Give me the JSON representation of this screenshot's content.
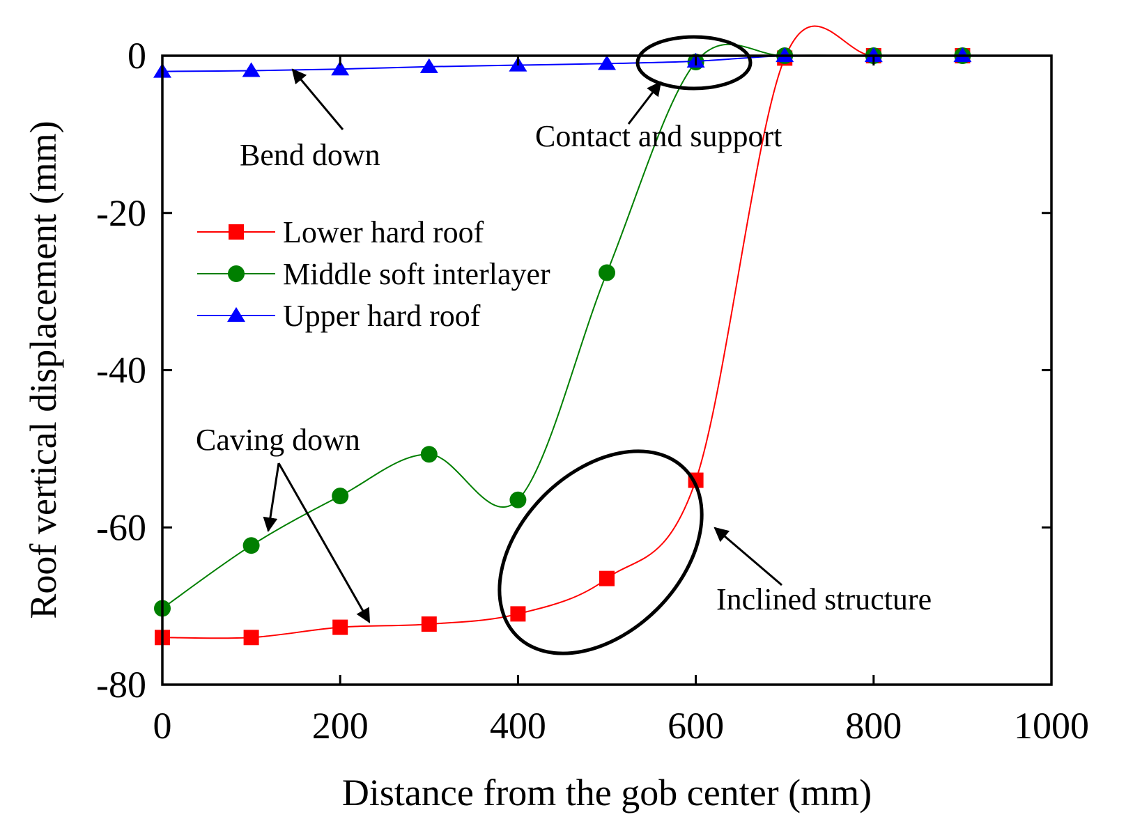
{
  "chart_data": {
    "type": "line",
    "xlabel": "Distance from the gob center (mm)",
    "ylabel": "Roof vertical displacement (mm)",
    "xlim": [
      0,
      1000
    ],
    "ylim": [
      -80,
      0
    ],
    "xticks": [
      0,
      200,
      400,
      600,
      800,
      1000
    ],
    "yticks": [
      0,
      -20,
      -40,
      -60,
      -80
    ],
    "grid": false,
    "legend_position": "center-left",
    "series": [
      {
        "name": "Lower hard roof",
        "color": "#ff0000",
        "marker": "square",
        "x": [
          0,
          100,
          200,
          300,
          400,
          500,
          600,
          700,
          800,
          900
        ],
        "y": [
          -74,
          -74,
          -72.7,
          -72.3,
          -71,
          -66.5,
          -54,
          -0.3,
          0,
          0
        ]
      },
      {
        "name": "Middle soft interlayer",
        "color": "#007f00",
        "marker": "circle",
        "x": [
          0,
          100,
          200,
          300,
          400,
          500,
          600,
          700,
          800,
          900
        ],
        "y": [
          -70.3,
          -62.3,
          -56,
          -50.7,
          -56.5,
          -27.6,
          -0.8,
          0,
          0,
          0
        ]
      },
      {
        "name": "Upper hard roof",
        "color": "#0000ff",
        "marker": "triangle",
        "x": [
          0,
          100,
          200,
          300,
          400,
          500,
          600,
          700,
          800,
          900
        ],
        "y": [
          -2,
          -1.9,
          -1.7,
          -1.4,
          -1.2,
          -1,
          -0.7,
          0,
          0,
          0
        ]
      }
    ],
    "annotations": [
      {
        "id": "bend-down",
        "text": "Bend down"
      },
      {
        "id": "contact-support",
        "text": "Contact and support"
      },
      {
        "id": "caving-down",
        "text": "Caving down"
      },
      {
        "id": "inclined-structure",
        "text": "Inclined structure"
      }
    ]
  }
}
